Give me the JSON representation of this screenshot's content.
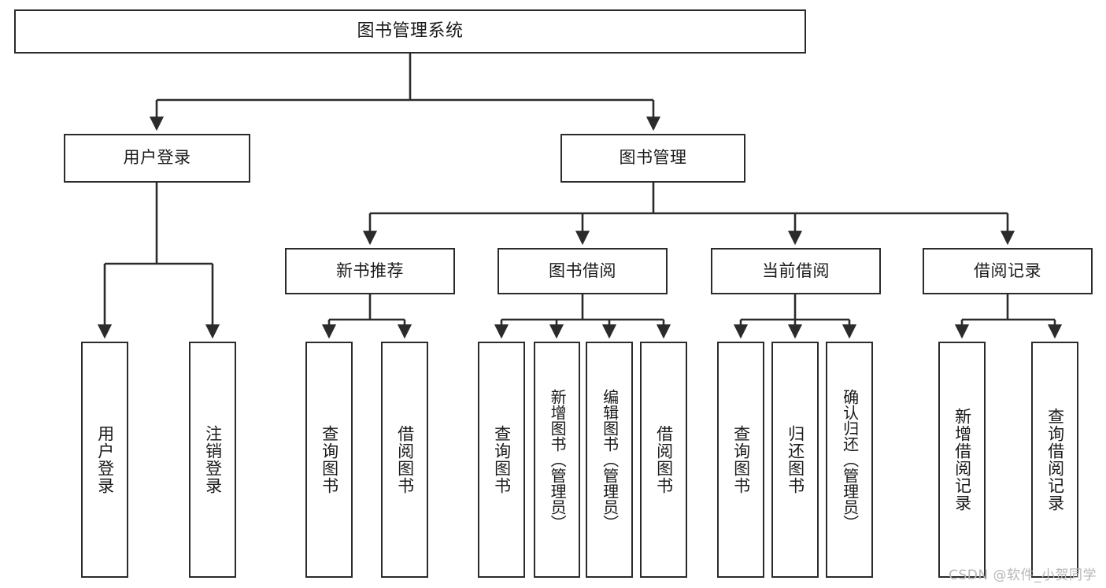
{
  "diagram": {
    "title": "图书管理系统",
    "type": "tree-hierarchy-chart",
    "watermark": "CSDN @软件_小贺同学",
    "root": {
      "id": "root",
      "label": "图书管理系统"
    },
    "level1": [
      {
        "id": "user-login",
        "label": "用户登录"
      },
      {
        "id": "book-management",
        "label": "图书管理"
      }
    ],
    "level2": [
      {
        "id": "new-book-recommend",
        "label": "新书推荐",
        "parent": "book-management"
      },
      {
        "id": "book-borrow",
        "label": "图书借阅",
        "parent": "book-management"
      },
      {
        "id": "current-borrow",
        "label": "当前借阅",
        "parent": "book-management"
      },
      {
        "id": "borrow-record",
        "label": "借阅记录",
        "parent": "book-management"
      }
    ],
    "leaves": [
      {
        "id": "leaf-user-login",
        "label": "用户登录",
        "parent": "user-login"
      },
      {
        "id": "leaf-logout-login",
        "label": "注销登录",
        "parent": "user-login"
      },
      {
        "id": "leaf-query-book-1",
        "label": "查询图书",
        "parent": "new-book-recommend"
      },
      {
        "id": "leaf-borrow-book-1",
        "label": "借阅图书",
        "parent": "new-book-recommend"
      },
      {
        "id": "leaf-query-book-2",
        "label": "查询图书",
        "parent": "book-borrow"
      },
      {
        "id": "leaf-add-book",
        "label": "新增图书（管理员）",
        "parent": "book-borrow"
      },
      {
        "id": "leaf-edit-book",
        "label": "编辑图书（管理员）",
        "parent": "book-borrow"
      },
      {
        "id": "leaf-borrow-book-2",
        "label": "借阅图书",
        "parent": "book-borrow"
      },
      {
        "id": "leaf-query-book-3",
        "label": "查询图书",
        "parent": "current-borrow"
      },
      {
        "id": "leaf-return-book",
        "label": "归还图书",
        "parent": "current-borrow"
      },
      {
        "id": "leaf-confirm-return",
        "label": "确认归还（管理员）",
        "parent": "current-borrow"
      },
      {
        "id": "leaf-add-record",
        "label": "新增借阅记录",
        "parent": "borrow-record"
      },
      {
        "id": "leaf-query-record",
        "label": "查询借阅记录",
        "parent": "borrow-record"
      }
    ],
    "colors": {
      "border": "#2b2b2b",
      "background": "#ffffff",
      "text": "#1a1a1a",
      "edge": "#2b2b2b",
      "watermark": "#b6b6b6"
    }
  }
}
